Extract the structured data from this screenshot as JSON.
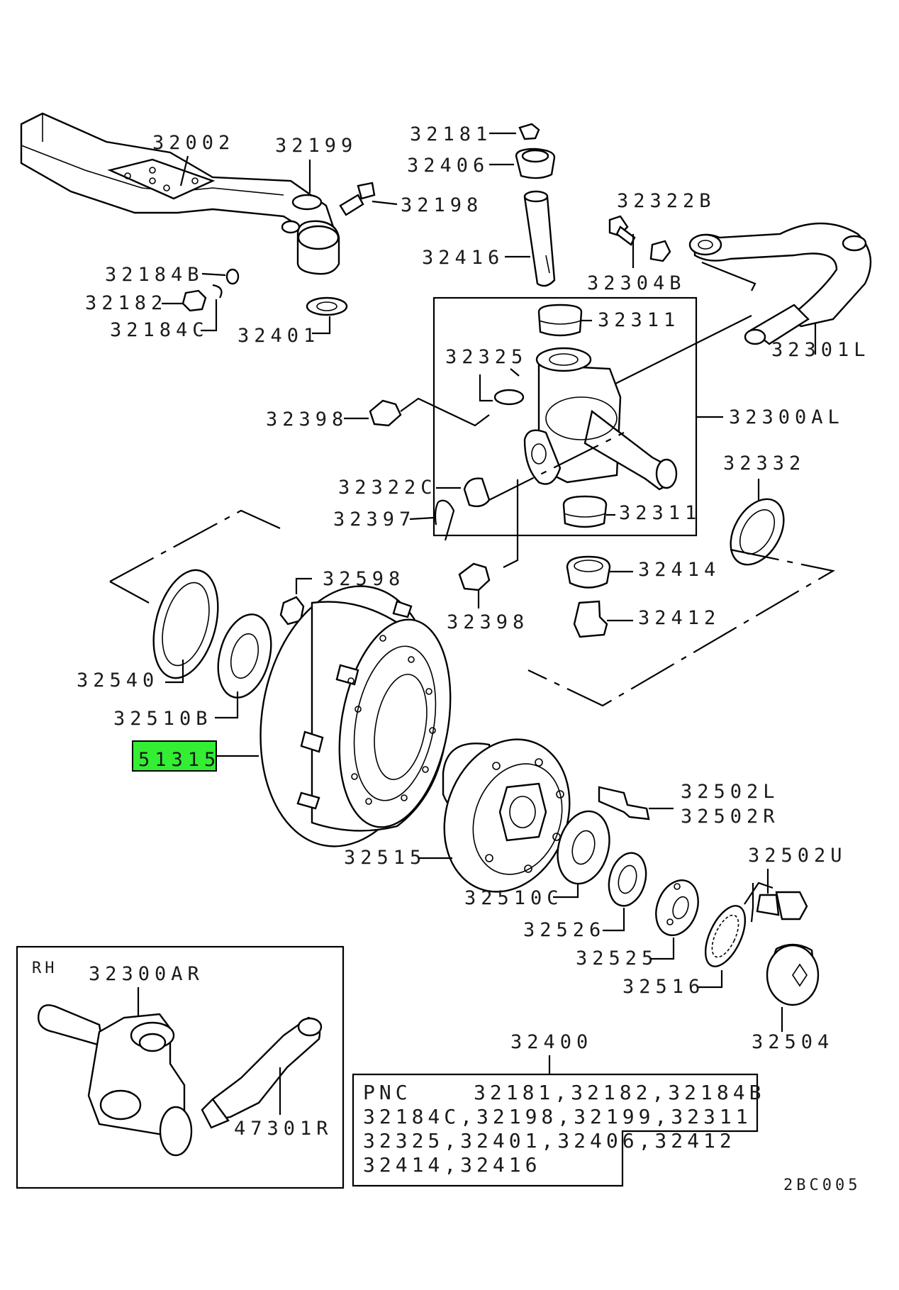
{
  "diagram_code": "2BC005",
  "highlight_color": "#33ee33",
  "highlighted_part": "51315",
  "labels": {
    "p32002": "32002",
    "p32199": "32199",
    "p32198": "32198",
    "p32181": "32181",
    "p32406": "32406",
    "p32416": "32416",
    "p32322B": "32322B",
    "p32304B": "32304B",
    "p32301L": "32301L",
    "p32184B": "32184B",
    "p32182": "32182",
    "p32184C": "32184C",
    "p32401": "32401",
    "p32311_top": "32311",
    "p32325": "32325",
    "p32398_left": "32398",
    "p32300AL": "32300AL",
    "p32332": "32332",
    "p32322C": "32322C",
    "p32397": "32397",
    "p32311_bottom": "32311",
    "p32598": "32598",
    "p32414": "32414",
    "p32398_bottom": "32398",
    "p32412": "32412",
    "p32540": "32540",
    "p32510B": "32510B",
    "p51315": "51315",
    "p32502L": "32502L",
    "p32502R": "32502R",
    "p32515": "32515",
    "p32502U": "32502U",
    "p32510C": "32510C",
    "p32526": "32526",
    "p32525": "32525",
    "p32516": "32516",
    "p32504": "32504",
    "p32400": "32400"
  },
  "inset": {
    "side": "RH",
    "knuckle": "32300AR",
    "arm": "47301R"
  },
  "pnc_box": {
    "heading": "PNC",
    "line1": "32181,32182,32184B",
    "line2": "32184C,32198,32199,32311",
    "line3": "32325,32401,32406,32412",
    "line4": "32414,32416"
  }
}
